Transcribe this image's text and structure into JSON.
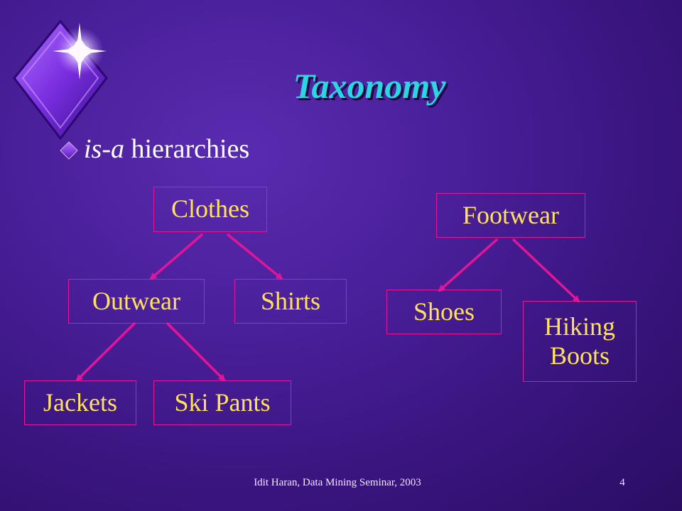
{
  "slide": {
    "title": "Taxonomy",
    "bullet": {
      "italic": "is-a",
      "rest": " hierarchies"
    },
    "nodes": {
      "clothes": "Clothes",
      "outwear": "Outwear",
      "shirts": "Shirts",
      "jackets": "Jackets",
      "ski_pants": "Ski Pants",
      "footwear": "Footwear",
      "shoes": "Shoes",
      "hiking_boots_line1": "Hiking",
      "hiking_boots_line2": "Boots"
    },
    "footer": "Idit Haran, Data Mining Seminar, 2003",
    "page_number": "4"
  },
  "colors": {
    "background": "#3a1580",
    "title": "#2ad6e0",
    "node_text": "#ffe25a",
    "node_border": "#e0159a",
    "arrow": "#e0159a",
    "body_text": "#ffffff"
  },
  "icons": {
    "logo": "diamond-star-icon",
    "bullet": "diamond-bullet-icon"
  }
}
